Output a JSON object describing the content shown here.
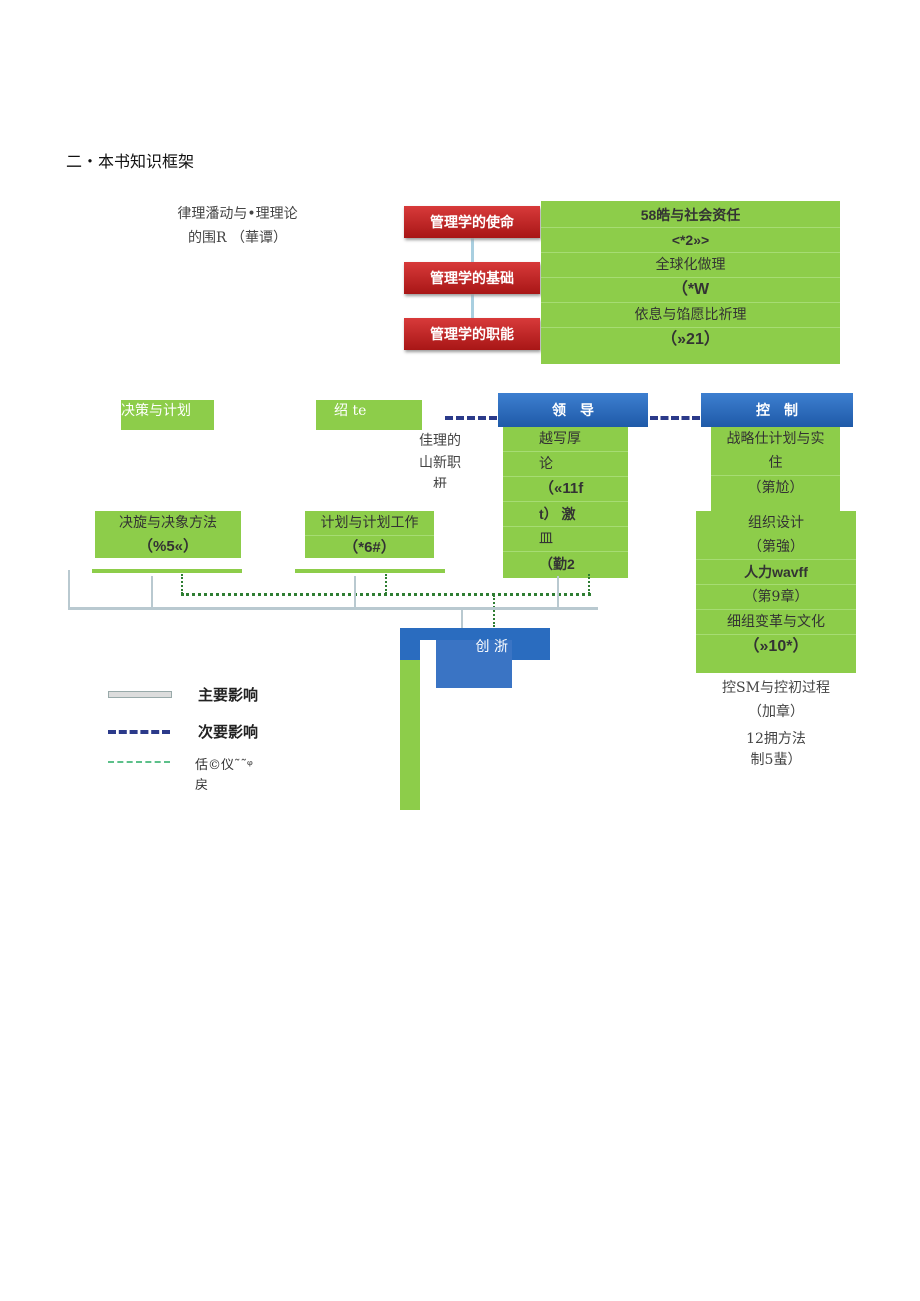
{
  "heading": "二・本书知识框架",
  "intro": {
    "line1": "律理潘动与•理理论",
    "line2": "的围R （華谭）"
  },
  "red_boxes": [
    "管理学的使命",
    "管理学的基础",
    "管理学的职能"
  ],
  "top_green": [
    "58皓与社会资任",
    "<*2»>",
    "全球化做理",
    "（*W",
    "依息与馅愿比祈理",
    "（»21）"
  ],
  "labels": {
    "decision": "决策与计划",
    "organize": "绍 te",
    "lead": "领　导",
    "control": "控　制",
    "innovation_note": [
      "佳理的",
      "山新职",
      "枅"
    ],
    "innovate": "创 浙"
  },
  "lead_col": [
    "越写厚",
    "论",
    "（«11f",
    "t） 激",
    "皿",
    "（勤2"
  ],
  "control_col": [
    "战略仕计划与实",
    "住",
    "（第尬）"
  ],
  "org_col": [
    "组织设计",
    "（第強）",
    "人力wavff",
    "（第9章）",
    "细组变革与文化",
    "（»10*）"
  ],
  "decision_box": [
    "决旋与决象方法",
    "（%5«）"
  ],
  "plan_box": [
    "计划与计划工作",
    "（*6#）"
  ],
  "right_text": [
    "控SM与控初过程",
    "（加章）",
    "12拥方法",
    "制5蜚）"
  ],
  "legend": [
    {
      "label": "主要影响"
    },
    {
      "label": "次要影响"
    },
    {
      "label": "佸©仪˜˜ᵠ 戻"
    }
  ],
  "colors": {
    "green": "#8dcd4a",
    "red": "#c02020",
    "blue": "#2a6cbf"
  }
}
